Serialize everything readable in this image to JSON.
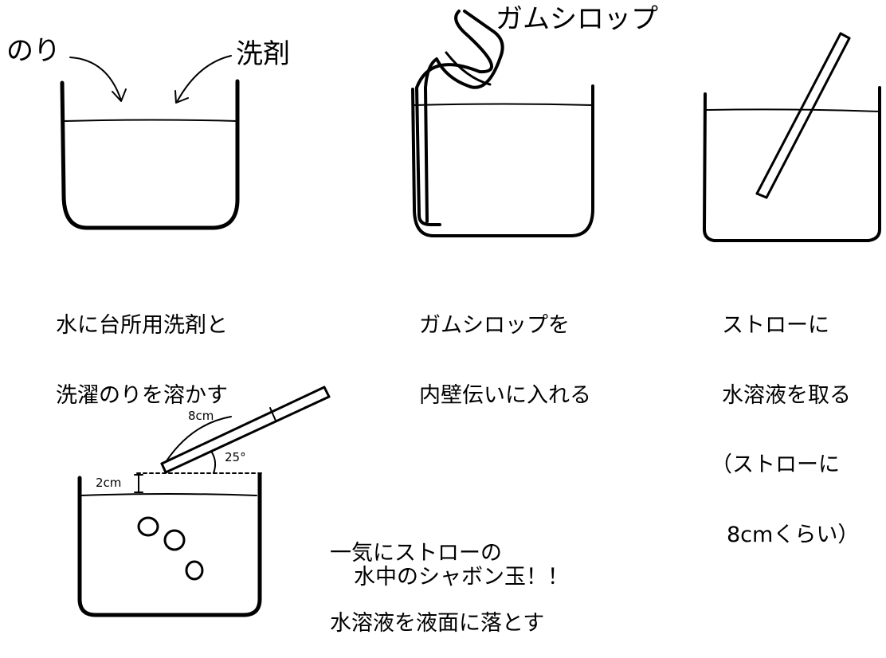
{
  "labels": {
    "glue": "のり",
    "detergent": "洗剤",
    "gum_syrup": "ガムシロップ",
    "straw_length": "8cm",
    "angle": "25°",
    "drop_height": "2cm"
  },
  "steps": [
    {
      "line1": "水に台所用洗剤と",
      "line2": "洗濯のりを溶かす"
    },
    {
      "line1": "ガムシロップを",
      "line2": "内壁伝いに入れる"
    },
    {
      "line1": "ストローに",
      "line2": "水溶液を取る",
      "line3": "（ストローに",
      "line4": "8cmくらい）"
    },
    {
      "line1": "一気にストローの",
      "line2": "水溶液を液面に落とす",
      "line3": "水中のシャボン玉！！"
    }
  ]
}
